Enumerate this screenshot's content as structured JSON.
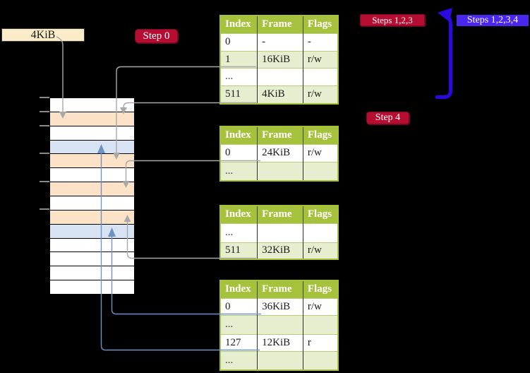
{
  "labels": {
    "page_size": "4KiB",
    "step0": "Step 0",
    "steps_123": "Steps 1,2,3",
    "steps_1234": "Steps 1,2,3,4",
    "step4": "Step 4"
  },
  "colors": {
    "background": "#000000",
    "table_header_green": "#a6c13c",
    "table_row_green": "#e7eecf",
    "highlight_yellow": "#fdf8a6",
    "step_label_red": "#b60d33",
    "step_label_blue": "#4a26ef",
    "big_arrow_blue": "#2a0ae0",
    "connector_gray": "#a8a8a8",
    "connector_blue": "#6e93c3",
    "memory_page_orange": "#fce3c8",
    "memory_page_blue": "#d7e3f3",
    "page_size_box_cream": "#faecc8"
  },
  "memory": {
    "rows": [
      {
        "type": "white"
      },
      {
        "type": "orange"
      },
      {
        "type": "white"
      },
      {
        "type": "blue"
      },
      {
        "type": "orange"
      },
      {
        "type": "white"
      },
      {
        "type": "orange"
      },
      {
        "type": "white"
      },
      {
        "type": "orange"
      },
      {
        "type": "blue"
      },
      {
        "type": "white"
      },
      {
        "type": "white"
      },
      {
        "type": "white"
      },
      {
        "type": "white"
      }
    ]
  },
  "tables": [
    {
      "columns": [
        "Index",
        "Frame",
        "Flags"
      ],
      "rows": [
        {
          "cells": [
            "0",
            "-",
            "-"
          ]
        },
        {
          "cells": [
            "1",
            "16KiB",
            "r/w"
          ]
        },
        {
          "cells": [
            "...",
            "",
            ""
          ]
        },
        {
          "cells": [
            "511",
            "4KiB",
            "r/w"
          ],
          "highlight": "yellow"
        }
      ]
    },
    {
      "columns": [
        "Index",
        "Frame",
        "Flags"
      ],
      "rows": [
        {
          "cells": [
            "0",
            "24KiB",
            "r/w"
          ]
        },
        {
          "cells": [
            "...",
            "",
            ""
          ]
        }
      ]
    },
    {
      "columns": [
        "Index",
        "Frame",
        "Flags"
      ],
      "rows": [
        {
          "cells": [
            "...",
            "",
            ""
          ]
        },
        {
          "cells": [
            "511",
            "32KiB",
            "r/w"
          ]
        }
      ]
    },
    {
      "columns": [
        "Index",
        "Frame",
        "Flags"
      ],
      "rows": [
        {
          "cells": [
            "0",
            "36KiB",
            "r/w"
          ]
        },
        {
          "cells": [
            "...",
            "",
            ""
          ]
        },
        {
          "cells": [
            "127",
            "12KiB",
            "r"
          ]
        },
        {
          "cells": [
            "...",
            "",
            ""
          ]
        }
      ]
    }
  ]
}
